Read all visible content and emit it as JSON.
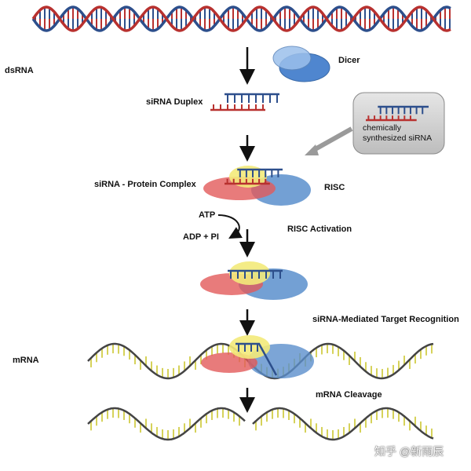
{
  "labels": {
    "dsrna": "dsRNA",
    "dicer": "Dicer",
    "sirna_duplex": "siRNA Duplex",
    "chemically_synthesized": "chemically synthesized siRNA",
    "sirna_protein_complex": "siRNA - Protein Complex",
    "risc": "RISC",
    "atp": "ATP",
    "adp_pi": "ADP + PI",
    "risc_activation": "RISC Activation",
    "target_recognition": "siRNA-Mediated Target Recognition",
    "mrna": "mRNA",
    "mrna_cleavage": "mRNA Cleavage"
  },
  "watermark": "知乎 @新雨辰",
  "colors": {
    "strand_red": "#b8312f",
    "strand_blue": "#2d4f8c",
    "mrna_yellow": "#d6d25a",
    "mrna_backbone": "#444444",
    "protein_red": "#e25a5a",
    "protein_blue": "#5b8fcc",
    "protein_yellow": "#f3ea7a",
    "dicer_blue": "#5a8fd4",
    "box_gray": "#cfcfcf",
    "arrow_gray": "#aaaaaa"
  }
}
